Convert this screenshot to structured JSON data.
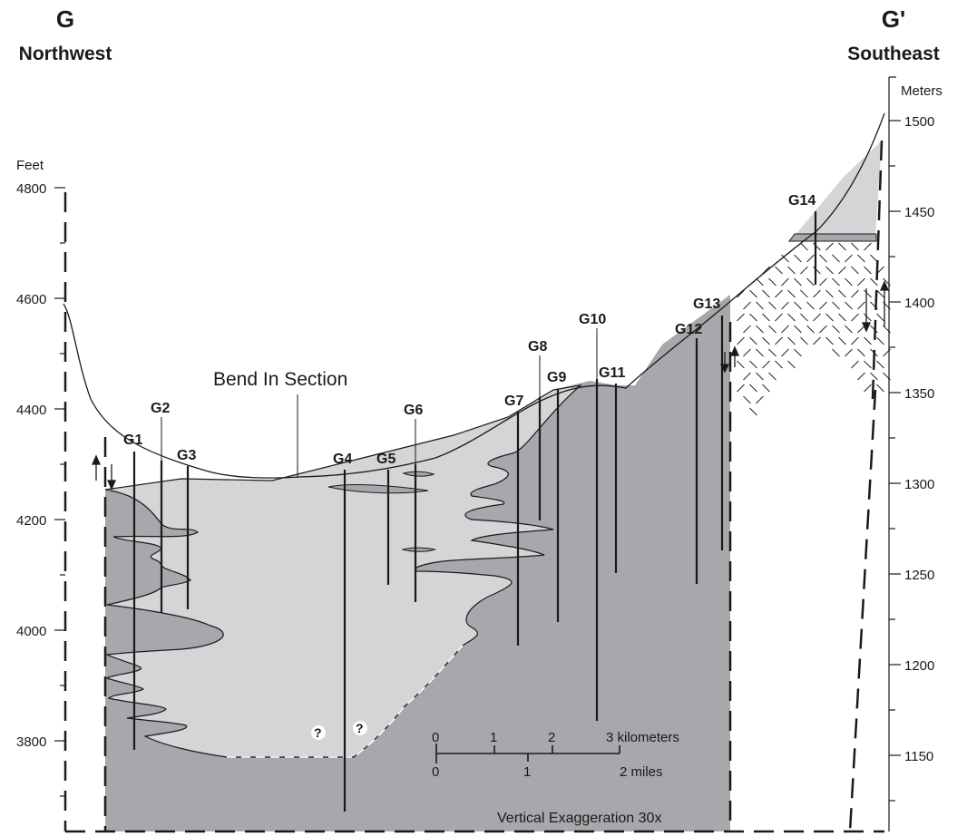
{
  "section": {
    "left_end_label": "G",
    "left_direction": "Northwest",
    "right_end_label": "G'",
    "right_direction": "Southeast",
    "bend_label": "Bend In Section",
    "vertical_exaggeration": "Vertical Exaggeration 30x",
    "question_marks": [
      "?",
      "?"
    ]
  },
  "left_axis": {
    "unit": "Feet",
    "ticks": [
      "4800",
      "4600",
      "4400",
      "4200",
      "4000",
      "3800"
    ]
  },
  "right_axis": {
    "unit": "Meters",
    "ticks": [
      "1500",
      "1450",
      "1400",
      "1350",
      "1300",
      "1250",
      "1200",
      "1150"
    ]
  },
  "wells": [
    "G1",
    "G2",
    "G3",
    "G4",
    "G5",
    "G6",
    "G7",
    "G8",
    "G9",
    "G10",
    "G11",
    "G12",
    "G13",
    "G14"
  ],
  "scale_bar": {
    "km_ticks": [
      "0",
      "1",
      "2",
      "3 kilometers"
    ],
    "mile_ticks": [
      "0",
      "1",
      "2 miles"
    ]
  },
  "colors": {
    "dark_fill": "#a7a8ab",
    "light_fill": "#d4d5d7",
    "line": "#1a1a1a"
  }
}
